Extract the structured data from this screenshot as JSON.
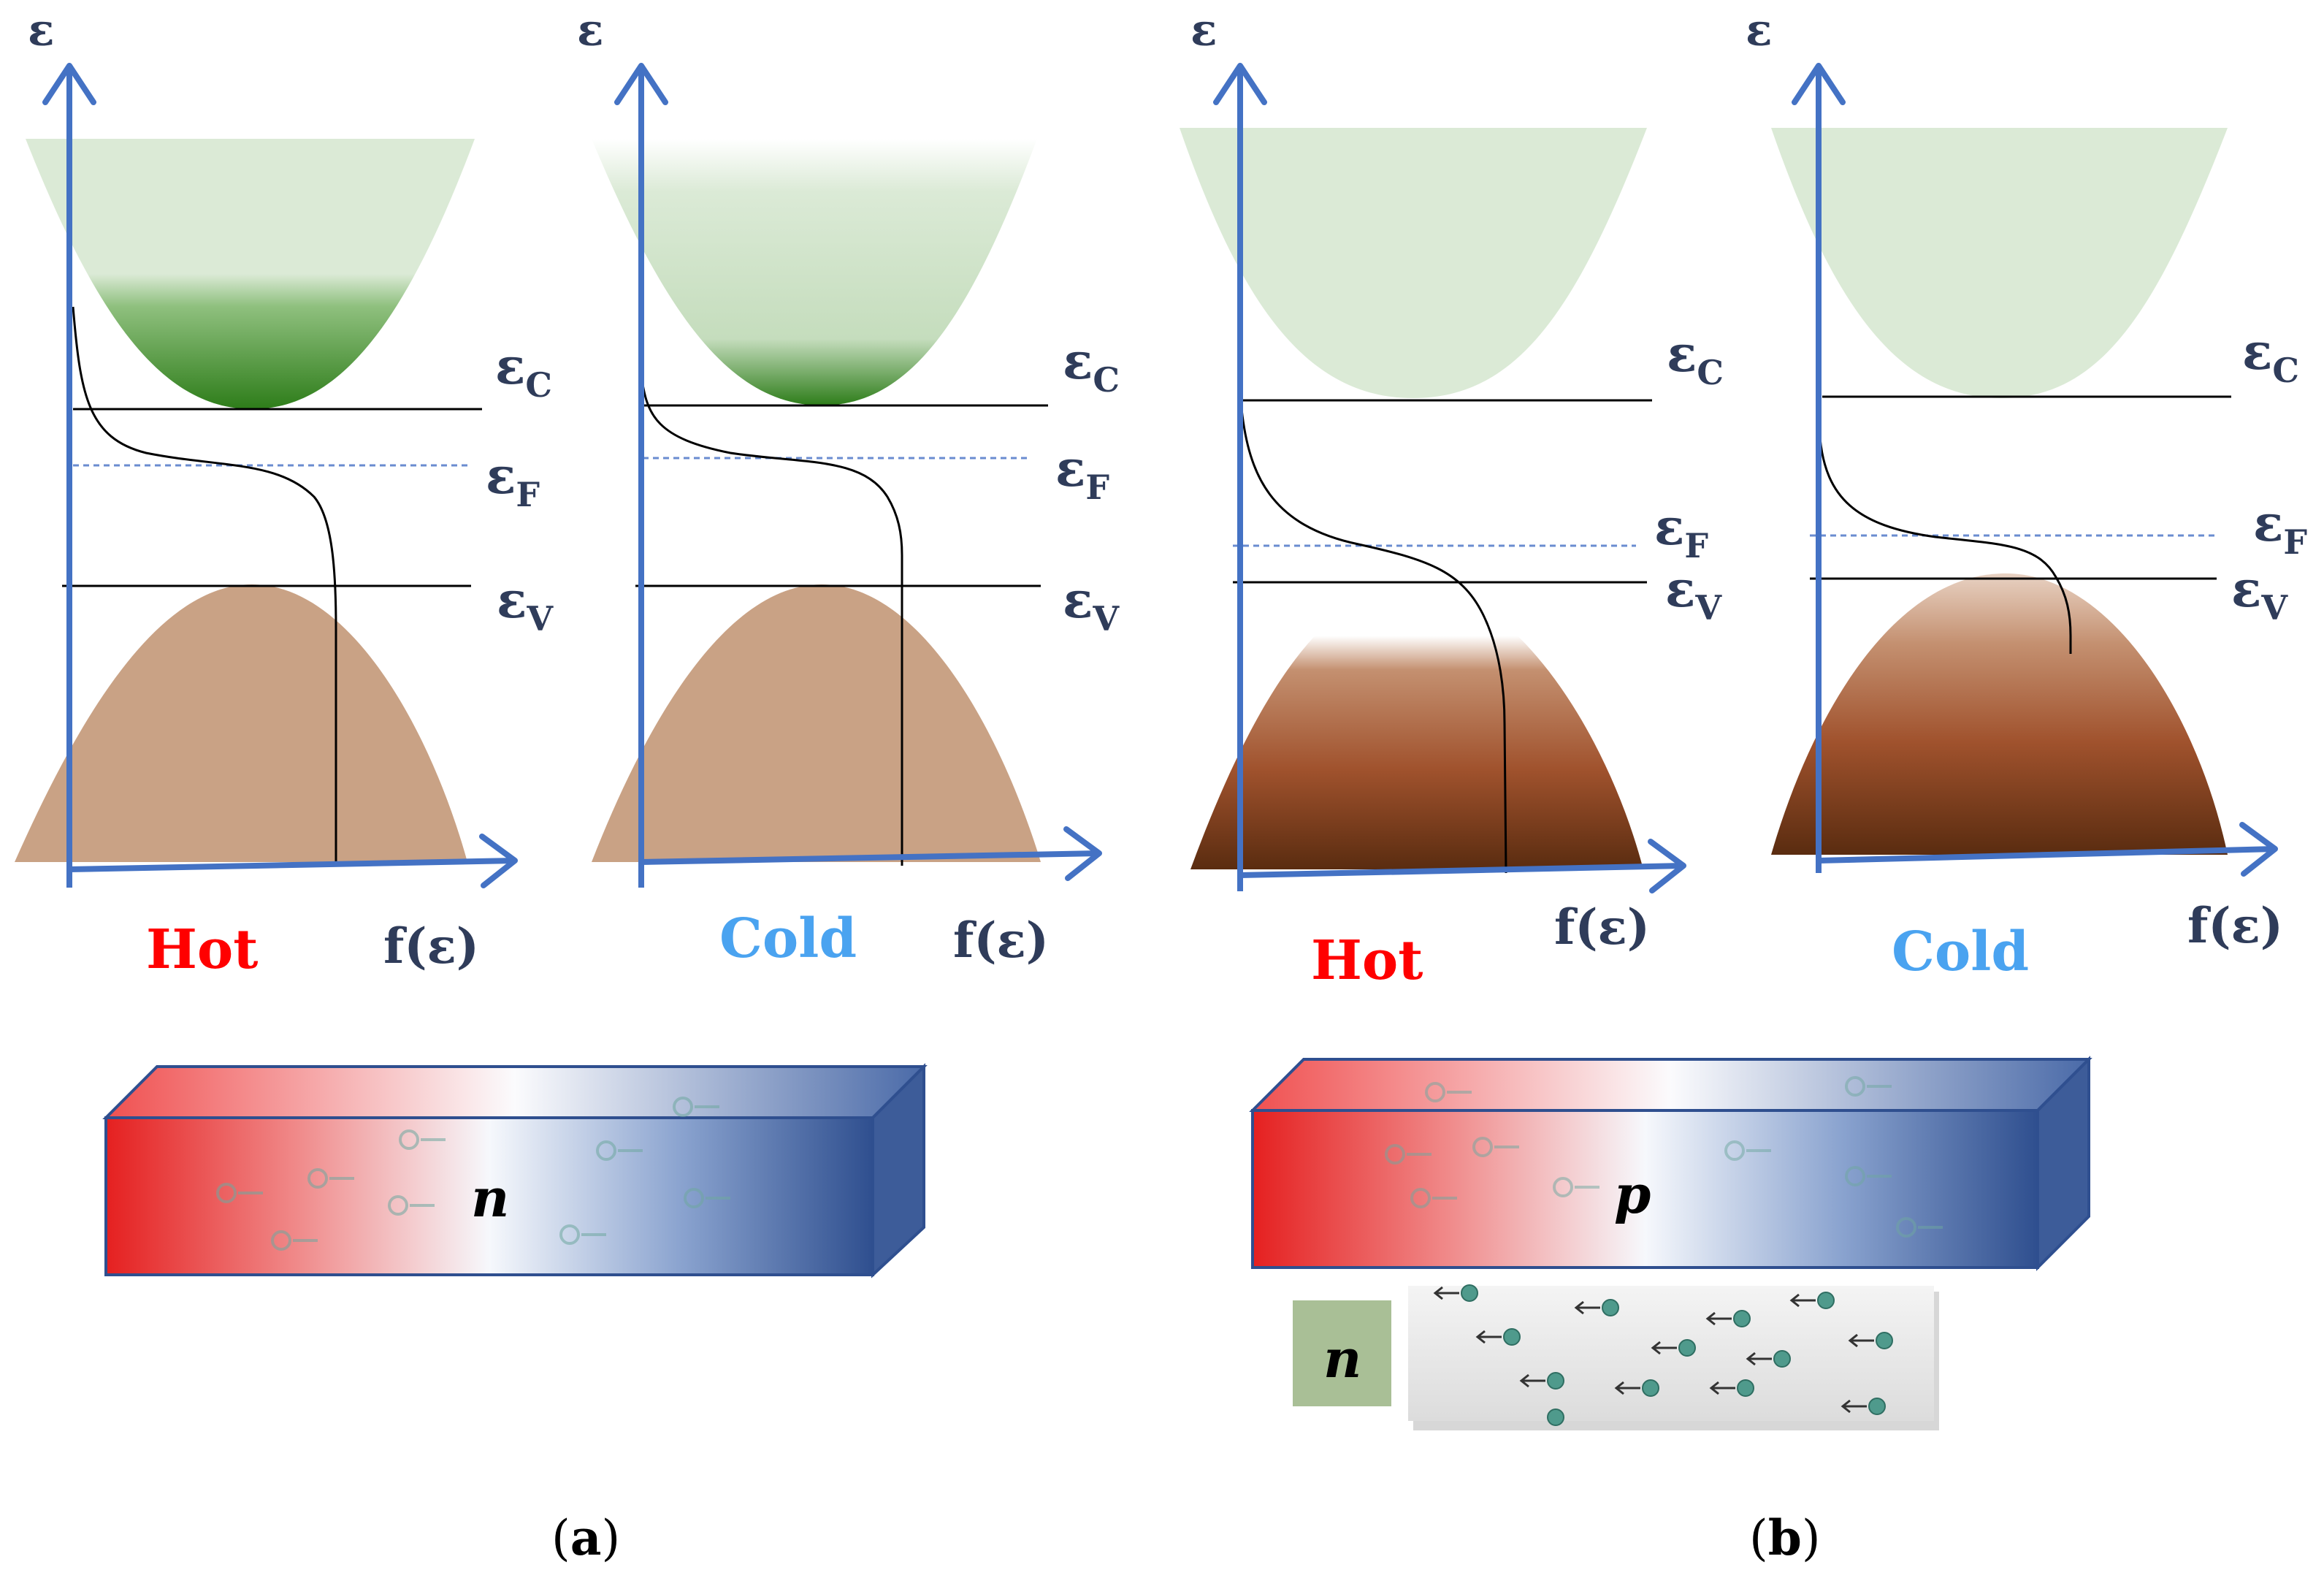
{
  "colors": {
    "axis": "#4472c4",
    "hot": "#ff0000",
    "cold": "#4aa3f0",
    "label": "#2f3c5a",
    "cb_light": "#dbead6",
    "cb_green": "#2e7d1a",
    "vb_tan": "#c9a285",
    "vb_brown_dark": "#5a2c10",
    "vb_brown_mid": "#a0522d",
    "fermi_dash": "#6a8cd0",
    "bar_red": "#e52020",
    "bar_blue": "#2f4f8f",
    "n_box": "#a9bf96",
    "carrier": "#4f9a8c"
  },
  "panels": [
    {
      "id": "a-hot",
      "epsilon": "ε",
      "ec": "εC",
      "ef": "εF",
      "ev": "εV",
      "fx": "f(ε)",
      "temp": "Hot"
    },
    {
      "id": "a-cold",
      "epsilon": "ε",
      "ec": "εC",
      "ef": "εF",
      "ev": "εV",
      "fx": "f(ε)",
      "temp": "Cold"
    },
    {
      "id": "b-hot",
      "epsilon": "ε",
      "ec": "εC",
      "ef": "εF",
      "ev": "εV",
      "fx": "f(ε)",
      "temp": "Hot"
    },
    {
      "id": "b-cold",
      "epsilon": "ε",
      "ec": "εC",
      "ef": "εF",
      "ev": "εV",
      "fx": "f(ε)",
      "temp": "Cold"
    }
  ],
  "bars": {
    "n_label": "n",
    "p_label": "p",
    "n_box_label": "n"
  },
  "captions": {
    "a": "(a)",
    "b": "(b)",
    "a_letter": "a",
    "b_letter": "b"
  }
}
